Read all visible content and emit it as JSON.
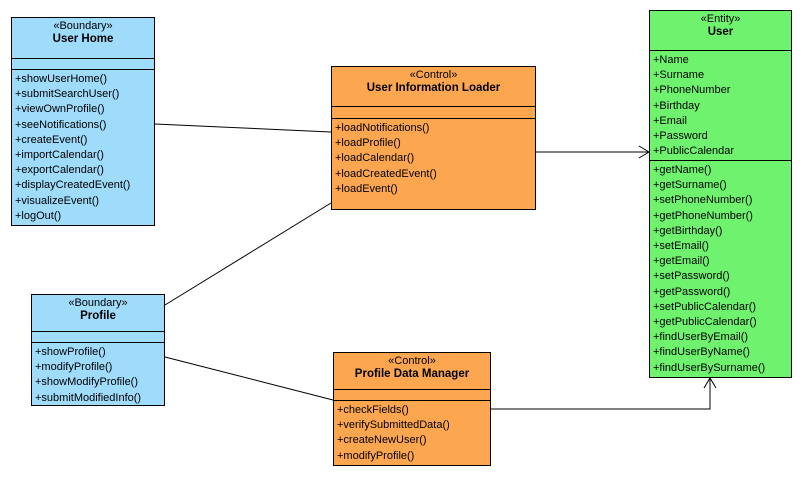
{
  "diagram": {
    "classes": {
      "user_home": {
        "stereotype": "«Boundary»",
        "name": "User Home",
        "operations": [
          "+showUserHome()",
          "+submitSearchUser()",
          "+viewOwnProfile()",
          "+seeNotifications()",
          "+createEvent()",
          "+importCalendar()",
          "+exportCalendar()",
          "+displayCreatedEvent()",
          "+visualizeEvent()",
          "+logOut()"
        ]
      },
      "profile": {
        "stereotype": "«Boundary»",
        "name": "Profile",
        "operations": [
          "+showProfile()",
          "+modifyProfile()",
          "+showModifyProfile()",
          "+submitModifiedInfo()"
        ]
      },
      "user_information_loader": {
        "stereotype": "«Control»",
        "name": "User Information Loader",
        "operations": [
          "+loadNotifications()",
          "+loadProfile()",
          "+loadCalendar()",
          "+loadCreatedEvent()",
          "+loadEvent()"
        ]
      },
      "profile_data_manager": {
        "stereotype": "«Control»",
        "name": "Profile Data Manager",
        "operations": [
          "+checkFields()",
          "+verifySubmittedData()",
          "+createNewUser()",
          "+modifyProfile()"
        ]
      },
      "user": {
        "stereotype": "«Entity»",
        "name": "User",
        "attributes": [
          "+Name",
          "+Surname",
          "+PhoneNumber",
          "+Birthday",
          "+Email",
          "+Password",
          "+PublicCalendar"
        ],
        "operations": [
          "+getName()",
          "+getSurname()",
          "+setPhoneNumber()",
          "+getPhoneNumber()",
          "+getBirthday()",
          "+setEmail()",
          "+getEmail()",
          "+setPassword()",
          "+getPassword()",
          "+setPublicCalendar()",
          "+getPublicCalendar()",
          "+findUserByEmail()",
          "+findUserByName()",
          "+findUserBySurname()"
        ]
      }
    },
    "colors": {
      "boundary": "#9fdcfb",
      "control": "#fca750",
      "entity": "#6ff36f"
    }
  }
}
